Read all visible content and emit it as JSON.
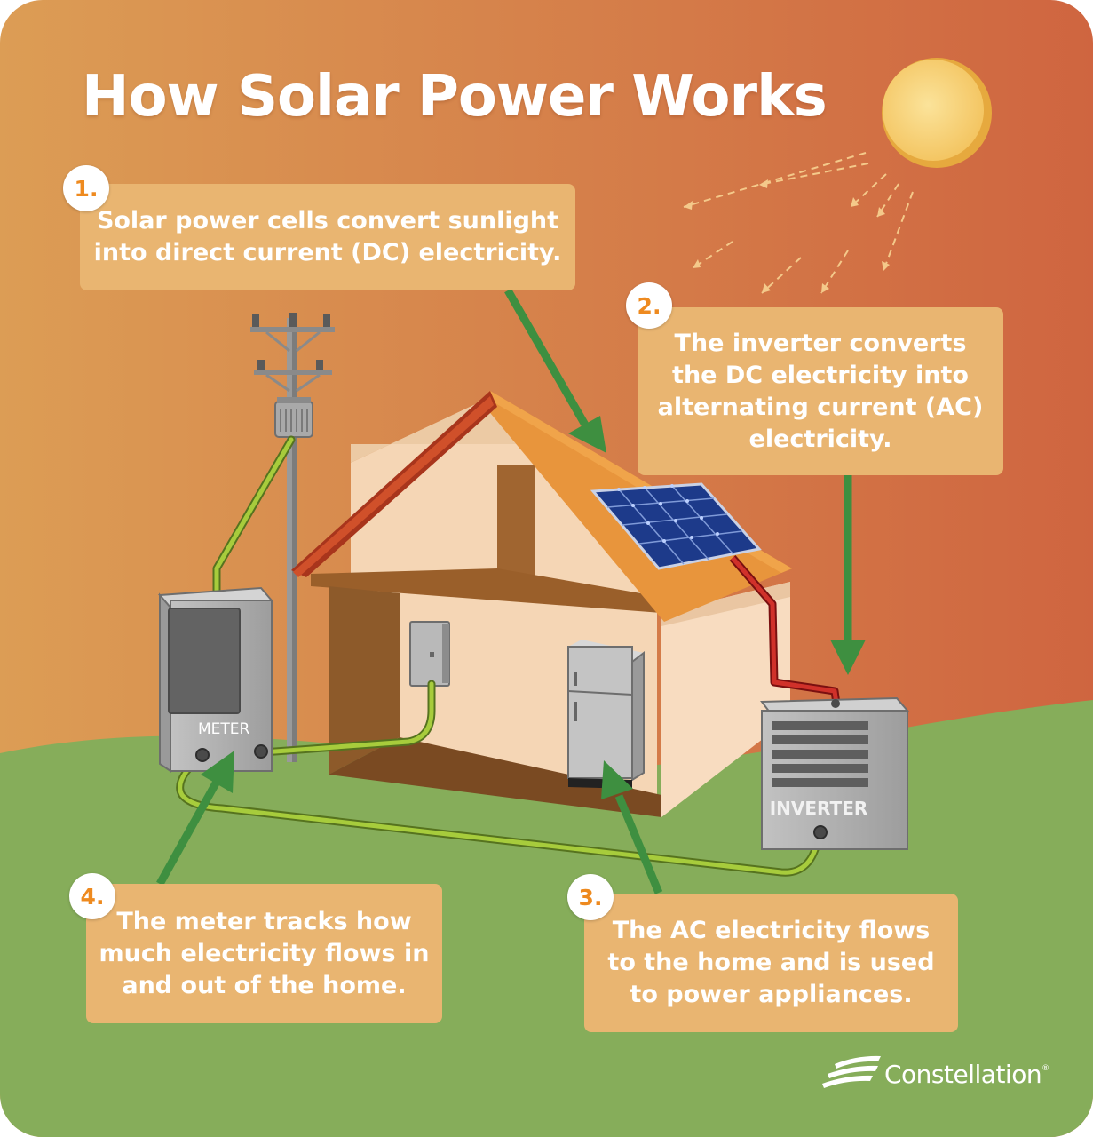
{
  "title": "How Solar Power Works",
  "steps": [
    {
      "number": "1.",
      "text": "Solar power cells convert sunlight into direct current (DC) electricity."
    },
    {
      "number": "2.",
      "text": "The inverter converts the DC electricity into alternating current (AC) electricity."
    },
    {
      "number": "3.",
      "text": "The AC electricity flows to the home and is used to power appliances."
    },
    {
      "number": "4.",
      "text": "The meter tracks how much electricity flows in and out of the home."
    }
  ],
  "labels": {
    "meter": "METER",
    "inverter": "INVERTER"
  },
  "brand": "Constellation",
  "brand_mark": "®",
  "colors": {
    "sky_left": "#de9a52",
    "sky_right": "#cf6540",
    "ground": "#86ad5a",
    "callout": "#e9b571",
    "arrow": "#3e8f40",
    "badge_text": "#ee8a1f"
  }
}
